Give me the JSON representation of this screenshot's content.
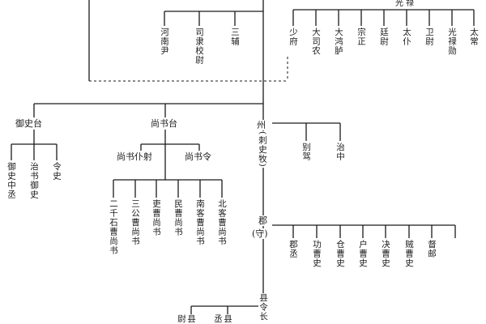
{
  "top_right": {
    "label": "光 禄"
  },
  "henan_group": {
    "items": [
      "河南尹",
      "司隶校尉",
      "三辅"
    ]
  },
  "nine_ministers": {
    "items": [
      "少府",
      "大司农",
      "大鸿胪",
      "宗正",
      "廷尉",
      "太仆",
      "卫尉",
      "光禄勋",
      "太常"
    ]
  },
  "censorate": {
    "label": "御史台",
    "items": [
      "御史中丞",
      "治书御史",
      "令史"
    ]
  },
  "secretariat": {
    "label": "尚书台",
    "deputy": "尚书仆射",
    "head": "尚书令",
    "departments": [
      "二千石曹尚书",
      "三公曹尚书",
      "吏曹尚书",
      "民曹尚书",
      "南客曹尚书",
      "北客曹尚书"
    ]
  },
  "province": {
    "label_top": "州",
    "label_sub": "(刺史牧)",
    "items": [
      "别驾",
      "治中"
    ]
  },
  "commandery": {
    "label_top": "郡",
    "label_sub": "(守)",
    "items": [
      "郡丞",
      "功曹史",
      "仓曹史",
      "户曹史",
      "决曹史",
      "贼曹史",
      "督邮"
    ]
  },
  "county": {
    "label": "县令长",
    "items": [
      "县尉",
      "县丞"
    ]
  }
}
